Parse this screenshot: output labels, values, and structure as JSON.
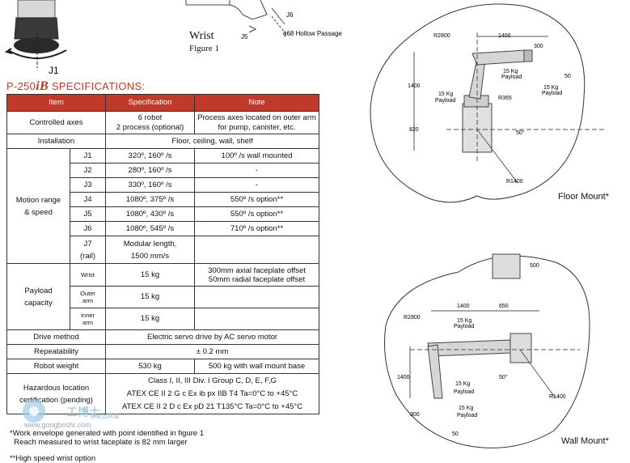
{
  "title": {
    "prefix": "P-250",
    "ib": "iB",
    "suffix": " SPECIFICATIONS:"
  },
  "figure_top": {
    "j1": "J1",
    "j5": "J5",
    "j6": "J6",
    "hollow": "ϕ68 Hollow Passage",
    "wrist": "Wrist",
    "figure": "Figure 1"
  },
  "table": {
    "headers": [
      "Item",
      "Specification",
      "Note"
    ],
    "controlled_axes": {
      "label": "Controlled axes",
      "spec": "6 robot\n2 process (optional)",
      "note": "Process axes located on outer arm for pump, canister, etc."
    },
    "installation": {
      "label": "Installation",
      "value": "Floor, ceiling, wall, shelf"
    },
    "motion": {
      "label": "Motion range\n& speed",
      "rows": [
        {
          "axis": "J1",
          "spec": "320º,  160º /s",
          "note": "100º /s  wall mounted"
        },
        {
          "axis": "J2",
          "spec": "280º,  160º /s",
          "note": "-"
        },
        {
          "axis": "J3",
          "spec": "330º,  160º /s",
          "note": "-"
        },
        {
          "axis": "J4",
          "spec": "1080º,  375º /s",
          "note": "550º /s  option**"
        },
        {
          "axis": "J5",
          "spec": "1080º,  430º /s",
          "note": "550º /s  option**"
        },
        {
          "axis": "J6",
          "spec": "1080º,  545º /s",
          "note": "710º /s  option**"
        },
        {
          "axis": "J7\n(rail)",
          "spec": "Modular length,\n1500 mm/s",
          "note": ""
        }
      ]
    },
    "payload": {
      "label": "Payload\ncapacity",
      "rows": [
        {
          "sub": "Wrist",
          "spec": "15 kg",
          "note": "300mm axial faceplate offset\n50mm radial faceplate offset"
        },
        {
          "sub": "Outer\narm",
          "spec": "15 kg",
          "note": ""
        },
        {
          "sub": "Inner\narm",
          "spec": "15 kg",
          "note": ""
        }
      ]
    },
    "drive": {
      "label": "Drive method",
      "value": "Electric servo drive by AC servo motor"
    },
    "repeat": {
      "label": "Repeatability",
      "value": "± 0.2 mm"
    },
    "weight": {
      "label": "Robot weight",
      "spec": "530 kg",
      "note": "500 kg with wall mount base"
    },
    "hazard": {
      "label": "Hazardous location\ncertification (pending)",
      "lines": [
        "Class I, II, III Div. I Group C, D, E, F,G",
        "ATEX CE II 2 G c Ex ib px IIB T4 Ta=0°C to +45°C",
        "ATEX CE II 2 D c Ex  pD 21 T135°C Ta=0°C to +45°C"
      ]
    }
  },
  "footnotes": [
    "*Work envelope generated with point identified in figure 1",
    "  Reach measured to wrist faceplate is 82 mm larger",
    "**High speed wrist option"
  ],
  "floor": {
    "caption": "Floor Mount*",
    "r2800": "R2800",
    "d1400top": "1400",
    "d300": "300",
    "d1400v": "1400",
    "d820": "820",
    "r365": "R365",
    "d50": "50",
    "a50": "50°",
    "r1400": "R1400",
    "payload": "15 Kg\nPayload"
  },
  "wall": {
    "caption": "Wall Mount*",
    "r2800": "R2800",
    "d1400top": "1400",
    "d650": "650",
    "d500": "500",
    "d1400v": "1400",
    "d300": "300",
    "d50": "50",
    "a50": "50°",
    "r1400": "R1400",
    "payload": "15 Kg\nPayload"
  },
  "watermark": {
    "cn": "工博士",
    "sub": "工业品商城",
    "url": "www.gongboshi.com"
  }
}
